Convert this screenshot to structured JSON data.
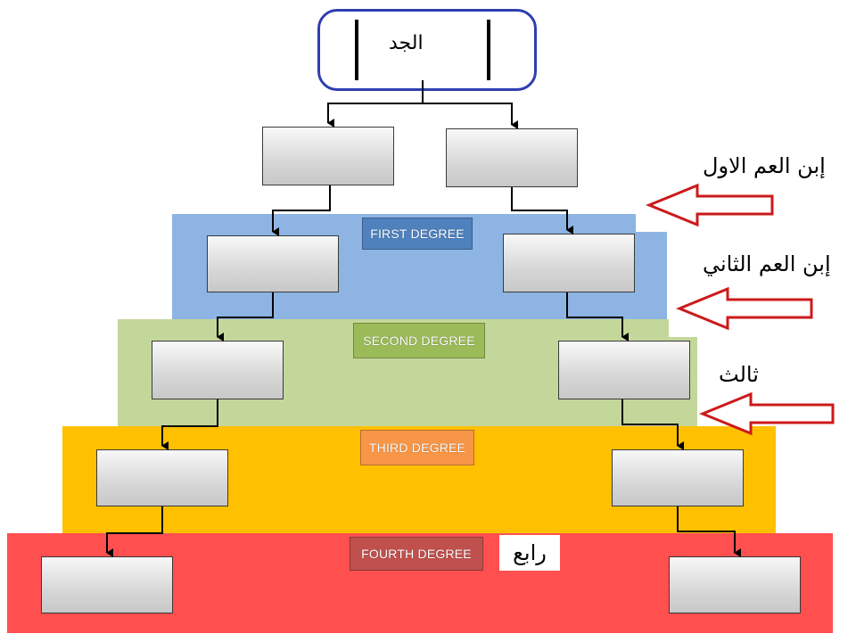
{
  "root": {
    "label": "الجد"
  },
  "degree_labels": {
    "first": "FIRST DEGREE",
    "second": "SECOND DEGREE",
    "third": "THIRD DEGREE",
    "fourth": "FOURTH DEGREE"
  },
  "side_labels": {
    "first_cousin": "إبن العم الاول",
    "second_cousin": "إبن العم الثاني",
    "third": "ثالث",
    "fourth": "رابع"
  },
  "colors": {
    "first_band": "#8db4e2",
    "second_band": "#c4d79b",
    "third_band": "#ffc000",
    "fourth_band": "#ff4f4f",
    "first_label": "#4f81bd",
    "second_label": "#9bbb59",
    "third_label": "#f79646",
    "fourth_label": "#c0504d",
    "arrow_red": "#cc1a1a",
    "root_border": "#2e3fb0"
  }
}
